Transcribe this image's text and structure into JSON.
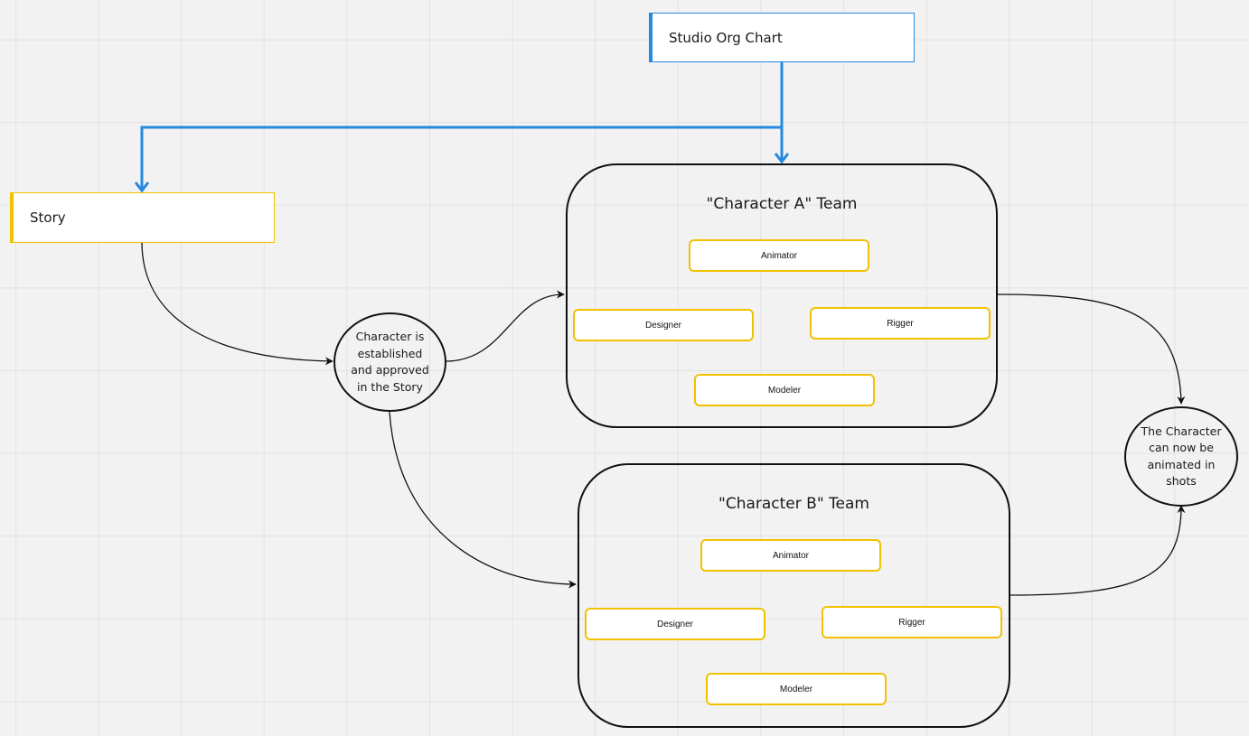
{
  "org_chart": {
    "title": "Studio Org Chart"
  },
  "story": {
    "label": "Story"
  },
  "milestone_start": {
    "lines": [
      "Character is",
      "established",
      "and approved",
      "in the Story"
    ]
  },
  "milestone_end": {
    "lines": [
      "The Character",
      "can now be",
      "animated in",
      "shots"
    ]
  },
  "team_a": {
    "title": "\"Character A\" Team",
    "roles": {
      "animator": "Animator",
      "designer": "Designer",
      "rigger": "Rigger",
      "modeler": "Modeler"
    }
  },
  "team_b": {
    "title": "\"Character B\" Team",
    "roles": {
      "animator": "Animator",
      "designer": "Designer",
      "rigger": "Rigger",
      "modeler": "Modeler"
    }
  },
  "colors": {
    "connector_blue": "#2589e0",
    "card_yellow": "#f2c100",
    "outline": "#111111",
    "background": "#f2f2f2"
  }
}
